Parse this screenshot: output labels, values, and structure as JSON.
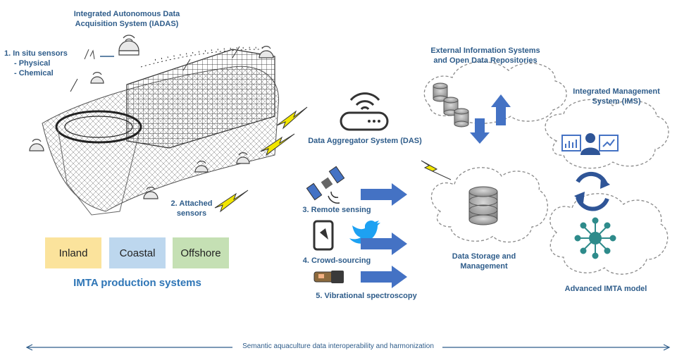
{
  "iadas": {
    "line1": "Integrated Autonomous Data",
    "line2": "Acquisition System (IADAS)"
  },
  "insitu": {
    "title": "1. In situ sensors",
    "item1": "- Physical",
    "item2": "- Chemical"
  },
  "attached": {
    "line1": "2. Attached",
    "line2": "sensors"
  },
  "production": {
    "boxes": [
      {
        "label": "Inland",
        "color": "#fbe39c"
      },
      {
        "label": "Coastal",
        "color": "#bdd7ee"
      },
      {
        "label": "Offshore",
        "color": "#c5e0b4"
      }
    ],
    "title": "IMTA production systems"
  },
  "das": {
    "label": "Data Aggregator System (DAS)"
  },
  "external": {
    "line1": "External Information Systems",
    "line2": "and Open Data Repositories"
  },
  "ims": {
    "line1": "Integrated Management",
    "line2": "System (IMS)"
  },
  "sources": [
    {
      "label": "3. Remote sensing",
      "icon": "satellite-icon"
    },
    {
      "label": "4. Crowd-sourcing",
      "icon": "twitter-icon"
    },
    {
      "label": "5. Vibrational spectroscopy",
      "icon": "spectrometer-icon"
    }
  ],
  "storage": {
    "line1": "Data Storage and",
    "line2": "Management"
  },
  "model": {
    "label": "Advanced IMTA model"
  },
  "footer": {
    "label": "Semantic aquaculture data interoperability and harmonization"
  },
  "colors": {
    "accent": "#4472c4",
    "text": "#2e5c8a",
    "lightning": "#f2e600"
  }
}
